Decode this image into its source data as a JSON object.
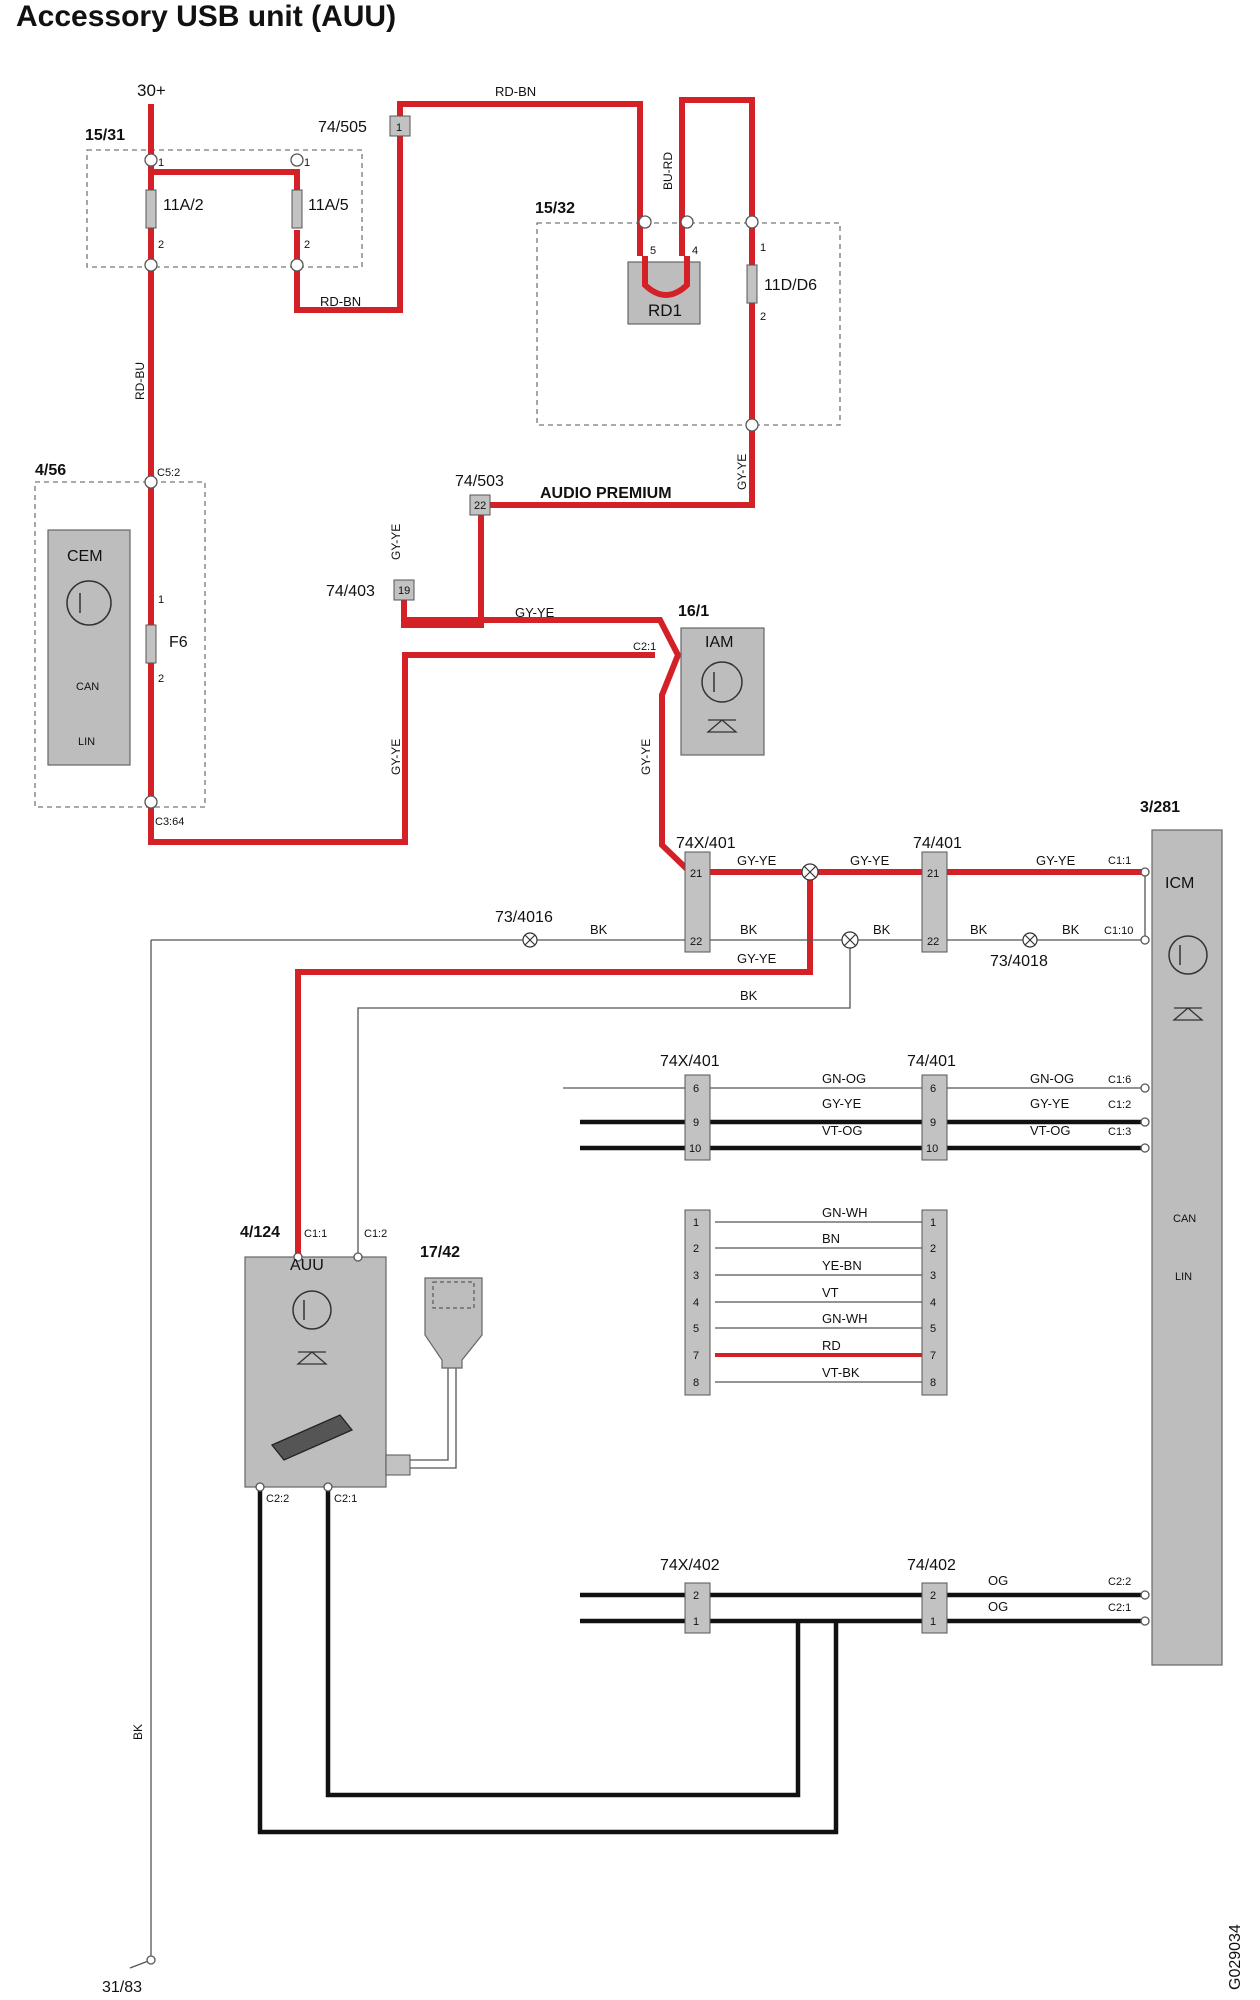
{
  "title": "Accessory USB unit (AUU)",
  "figure_id": "G029034",
  "power_label": "30+",
  "ground_label": "31/83",
  "components": {
    "fuse_box_1": {
      "ref": "15/31",
      "fuse_a": "11A/2",
      "fuse_b": "11A/5"
    },
    "relay_box": {
      "ref": "15/32",
      "relay": "RD1",
      "fuse": "11D/D6"
    },
    "cem": {
      "ref": "4/56",
      "name": "CEM",
      "fuse": "F6",
      "can": "CAN",
      "lin": "LIN",
      "pin_top": "C5:2",
      "pin_bottom": "C3:64"
    },
    "iam": {
      "ref": "16/1",
      "name": "IAM",
      "pin": "C2:1"
    },
    "icm": {
      "ref": "3/281",
      "name": "ICM",
      "can": "CAN",
      "lin": "LIN",
      "pins": [
        "C1:1",
        "C1:10",
        "C1:6",
        "C1:2",
        "C1:3",
        "C2:2",
        "C2:1"
      ]
    },
    "auu": {
      "ref": "4/124",
      "name": "AUU",
      "pins": [
        "C1:1",
        "C1:2",
        "C2:2",
        "C2:1"
      ]
    },
    "usb_connector": {
      "ref": "17/42"
    }
  },
  "connectors": {
    "c74_505": {
      "label": "74/505",
      "pin": "1"
    },
    "c74_503": {
      "label": "74/503",
      "pin": "22"
    },
    "c74_403": {
      "label": "74/403",
      "pin": "19"
    },
    "c74x_401_top": {
      "label": "74X/401",
      "pins": [
        "21",
        "22"
      ]
    },
    "c74_401_top": {
      "label": "74/401",
      "pins": [
        "21",
        "22"
      ]
    },
    "c74x_401_mid": {
      "label": "74X/401",
      "pins": [
        "6",
        "9",
        "10",
        "1",
        "2",
        "3",
        "4",
        "5",
        "7",
        "8"
      ]
    },
    "c74_401_mid": {
      "label": "74/401",
      "pins": [
        "6",
        "9",
        "10",
        "1",
        "2",
        "3",
        "4",
        "5",
        "7",
        "8"
      ]
    },
    "c74x_402": {
      "label": "74X/402",
      "pins": [
        "2",
        "1"
      ]
    },
    "c74_402": {
      "label": "74/402",
      "pins": [
        "2",
        "1"
      ]
    }
  },
  "splices": {
    "s1": "73/4016",
    "s2": "73/4018"
  },
  "option_label": "AUDIO PREMIUM",
  "wire_colors": {
    "rd_bn": "RD-BN",
    "rd_bu": "RD-BU",
    "bu_rd": "BU-RD",
    "gy_ye": "GY-YE",
    "bk": "BK",
    "gn_og": "GN-OG",
    "vt_og": "VT-OG",
    "gn_wh": "GN-WH",
    "bn": "BN",
    "ye_bn": "YE-BN",
    "vt": "VT",
    "rd": "RD",
    "vt_bk": "VT-BK",
    "og": "OG"
  },
  "fuse_pins": {
    "p1": "1",
    "p2": "2",
    "p4": "4",
    "p5": "5"
  },
  "colors": {
    "wire_red": "#d42027",
    "wire_black": "#111111",
    "component_grey": "#bdbdbd"
  }
}
